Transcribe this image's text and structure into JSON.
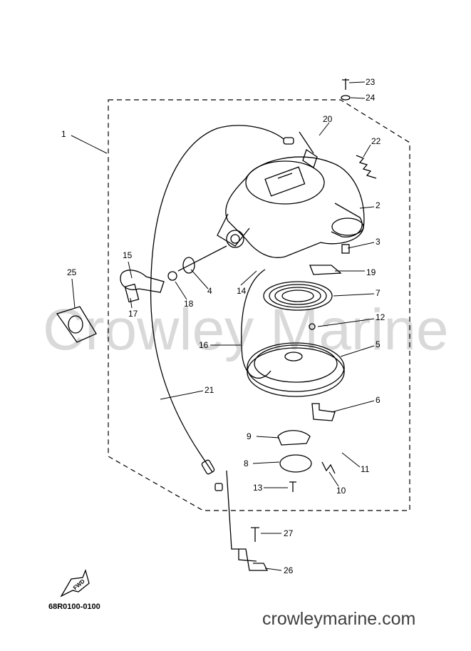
{
  "diagram": {
    "callouts": [
      "1",
      "2",
      "3",
      "4",
      "5",
      "6",
      "7",
      "8",
      "9",
      "10",
      "11",
      "12",
      "13",
      "14",
      "15",
      "16",
      "17",
      "18",
      "19",
      "20",
      "21",
      "22",
      "23",
      "24",
      "25",
      "26",
      "27"
    ],
    "watermark": "Crowley Marine",
    "fwd_label": "FWD",
    "part_code": "68R0100-0100",
    "footer_url": "crowleymarine.com"
  }
}
